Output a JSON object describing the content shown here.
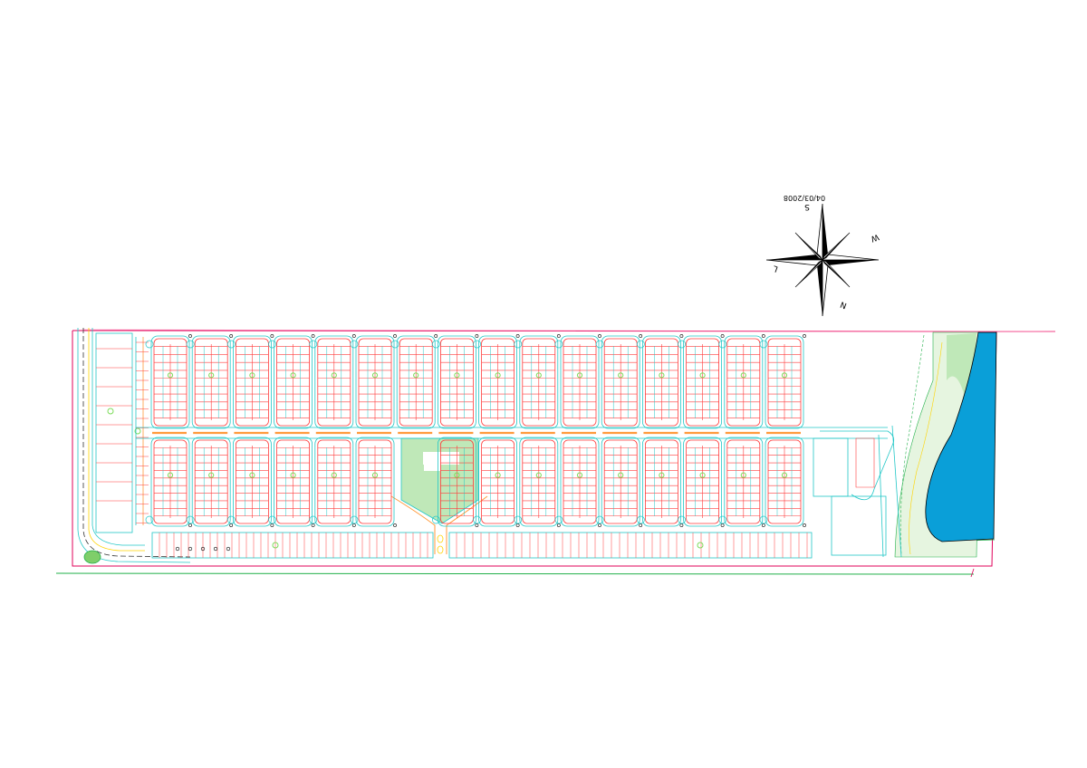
{
  "compass": {
    "date": "04/03/2008",
    "label_s": "S",
    "label_w": "W",
    "label_n": "N",
    "label_l": "L"
  },
  "colors": {
    "lot_lines": "#ff3b3b",
    "boundary": "#e0005a",
    "street_edge": "#22c7c7",
    "median": "#ff9a3c",
    "green_area": "#bfe8b8",
    "water": "#0a9fd8",
    "roundabout": "#7ddc5a",
    "outer_road": "#22b04a"
  },
  "plan": {
    "upper_block_count": 16,
    "lower_block_count": 16
  }
}
